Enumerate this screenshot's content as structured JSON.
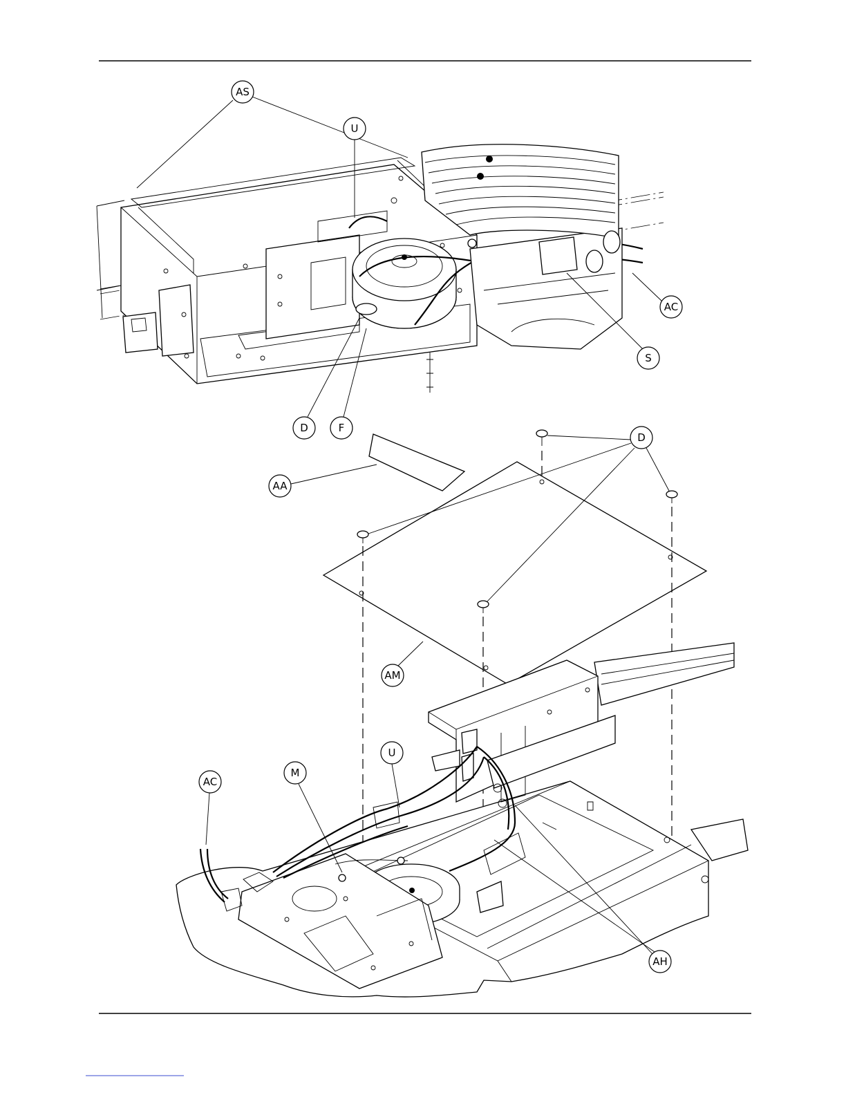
{
  "callouts": {
    "as": "AS",
    "u_top": "U",
    "ac_top": "AC",
    "s": "S",
    "d_top": "D",
    "f": "F",
    "aa": "AA",
    "d_cover": "D",
    "am": "AM",
    "u_bottom": "U",
    "m": "M",
    "ac_bottom": "AC",
    "ah": "AH"
  }
}
